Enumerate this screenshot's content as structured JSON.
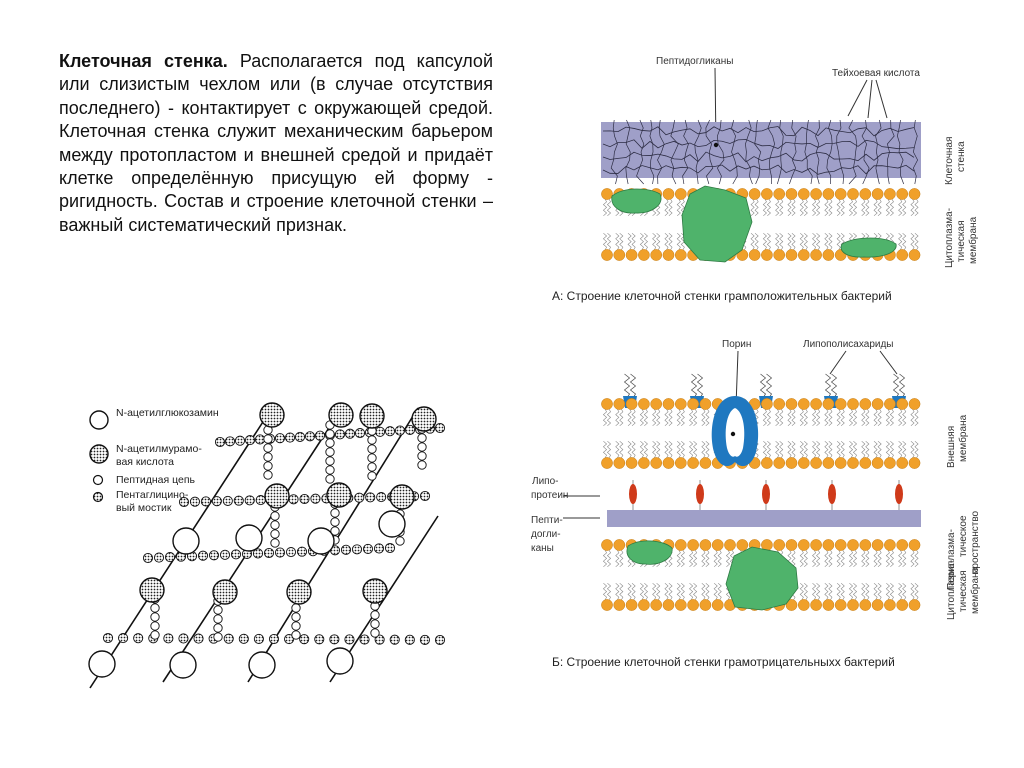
{
  "intro": {
    "title": "Клеточная стенка.",
    "body": " Располагается под капсулой или слизистым чехлом или (в случае отсутствия последнего) - контактирует с окружающей средой. Клеточная стенка служит механическим барьером между протопластом и внешней средой и придаёт клетке определённую присущую ей форму - ригидность. Состав и строение клеточной стенки – важный систематический признак."
  },
  "legend": {
    "items": [
      {
        "label": "N-ацетилглюкозамин",
        "label2": ""
      },
      {
        "label": "N-ацетилмурамо-",
        "label2": "вая кислота"
      },
      {
        "label": "Пептидная цепь",
        "label2": ""
      },
      {
        "label": "Пентаглицино-",
        "label2": "вый мостик"
      }
    ]
  },
  "gram_positive": {
    "label_peptidoglycans": "Пептидогликаны",
    "label_teichoic": "Тейхоевая кислота",
    "side_wall_1": "Клеточная",
    "side_wall_2": "стенка",
    "side_membrane_1": "Цитоплазма-",
    "side_membrane_2": "тическая",
    "side_membrane_3": "мембрана",
    "caption": "А:  Строение клеточной стенки грамположительных бактерий"
  },
  "gram_negative": {
    "label_porin": "Порин",
    "label_lps": "Липополисахариды",
    "label_lipoprotein_1": "Липо-",
    "label_lipoprotein_2": "протеин",
    "label_peptidoglycan_1": "Пепти-",
    "label_peptidoglycan_2": "догли-",
    "label_peptidoglycan_3": "каны",
    "side_outer_1": "Внешняя",
    "side_outer_2": "мембрана",
    "side_peri_1": "Периплазма-",
    "side_peri_2": "тическое",
    "side_peri_3": "пространство",
    "side_cyto_1": "Цитоплазма-",
    "side_cyto_2": "тическая",
    "side_cyto_3": "мембрана",
    "caption": "Б:  Строение клеточной стенки грамотрицательныхх бактерий"
  },
  "colors": {
    "membrane_bead": "#f0a02a",
    "peptidoglycan": "#9f9fc8",
    "protein": "#4fb36b",
    "porin": "#1f78c0",
    "lipoprotein": "#cf3a1a"
  }
}
